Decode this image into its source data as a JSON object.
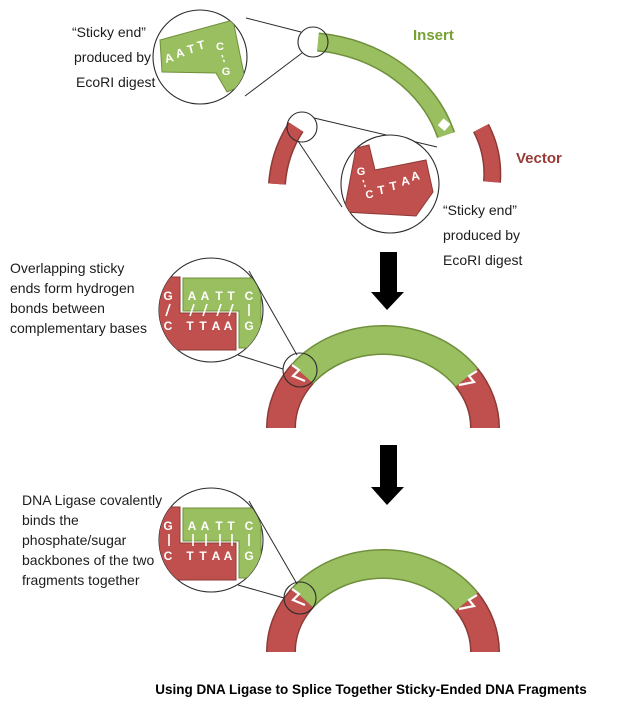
{
  "caption": "Using DNA Ligase to Splice Together Sticky-Ended DNA Fragments",
  "colors": {
    "insert_green": "#9ABF60",
    "vector_red": "#C0504D",
    "insert_label_color": "#77A134",
    "vector_label_color": "#963B37",
    "arrow": "#000000"
  },
  "top": {
    "labels": {
      "insert": "Insert",
      "vector": "Vector"
    },
    "insert_note": [
      "“Sticky end”",
      "produced by",
      "EcoRI digest"
    ],
    "vector_note": [
      "“Sticky end”",
      "produced by",
      "EcoRI digest"
    ],
    "insert_end": {
      "overhang": [
        "A",
        "A",
        "T",
        "T"
      ],
      "pair": [
        "C",
        "G"
      ]
    },
    "vector_end": {
      "pair": [
        "G",
        "C"
      ],
      "overhang": [
        "T",
        "T",
        "A",
        "A"
      ]
    }
  },
  "middle": {
    "note": [
      "Overlapping sticky",
      "ends form hydrogen",
      "bonds between",
      "complementary bases"
    ],
    "top_strand": [
      "G",
      "A",
      "A",
      "T",
      "T",
      "C"
    ],
    "bottom_strand": [
      "C",
      "T",
      "T",
      "A",
      "A",
      "G"
    ]
  },
  "bottom": {
    "note": [
      "DNA Ligase covalently",
      "binds the",
      "phosphate/sugar",
      "backbones of the two",
      "fragments together"
    ],
    "top_strand": [
      "G",
      "A",
      "A",
      "T",
      "T",
      "C"
    ],
    "bottom_strand": [
      "C",
      "T",
      "T",
      "A",
      "A",
      "G"
    ]
  }
}
